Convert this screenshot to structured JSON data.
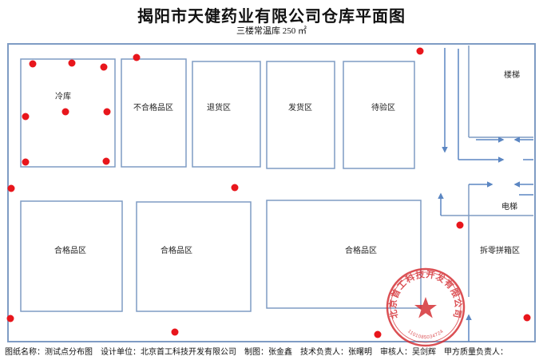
{
  "title": "揭阳市天健药业有限公司仓库平面图",
  "subtitle": "三楼常温库 250 ㎡",
  "colors": {
    "wall": "#7f9cc4",
    "arrow": "#5b86c2",
    "sensor_point": "#e8161c",
    "stamp": "#d42a2f"
  },
  "rooms": {
    "cold_storage": "冷库",
    "non_conforming": "不合格品区",
    "returns": "退货区",
    "shipping": "发货区",
    "pending_inspection": "待验区",
    "stairs": "楼梯",
    "conforming_1": "合格品区",
    "conforming_2": "合格品区",
    "conforming_3": "合格品区",
    "elevator": "电梯",
    "split_packing": "拆零拼箱区"
  },
  "stamp": {
    "company": "北京首工科技开发有限公司",
    "code": "1101085034724"
  },
  "footer": {
    "drawing_name": "图纸名称：测试点分布图",
    "design_unit": "设计单位：北京首工科技开发有限公司",
    "drafter": "制图：张金鑫",
    "tech_lead": "技术负责人：张曙明",
    "reviewer": "审核人：吴剑辉",
    "qa_lead": "甲方质量负责人："
  }
}
